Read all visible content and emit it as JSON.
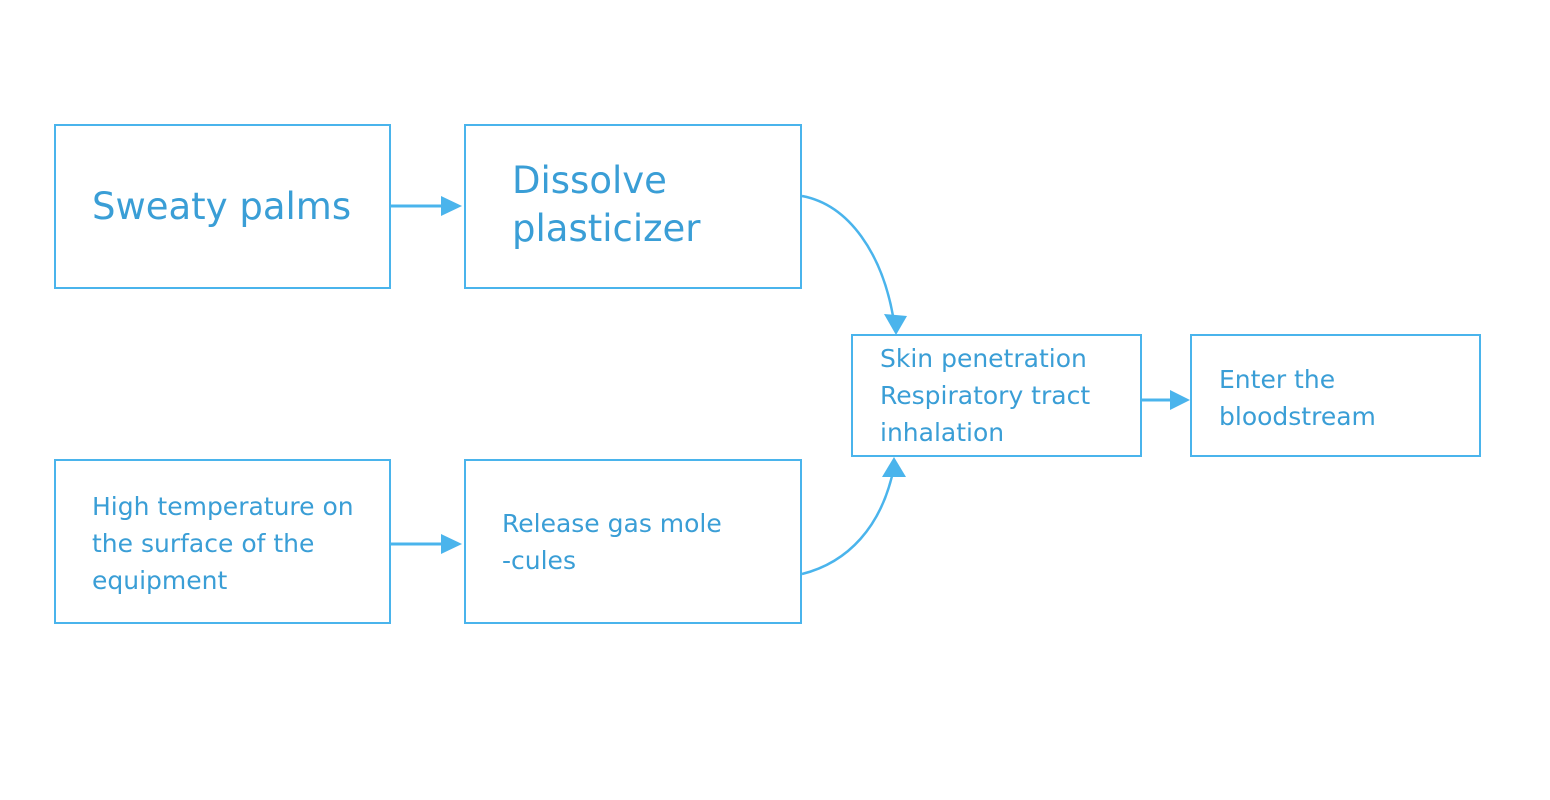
{
  "diagram": {
    "accent_color": "#4ab4ec",
    "text_color": "#3a9ed6",
    "nodes": [
      {
        "id": "sweaty-palms",
        "text": "Sweaty palms"
      },
      {
        "id": "dissolve-plasticizer",
        "text": "Dissolve\nplasticizer"
      },
      {
        "id": "high-temperature",
        "text": "High temperature on\nthe surface of the\nequipment"
      },
      {
        "id": "release-gas",
        "text": "Release gas mole\n-cules"
      },
      {
        "id": "penetration-inhalation",
        "text": "Skin penetration\nRespiratory tract\ninhalation"
      },
      {
        "id": "enter-bloodstream",
        "text": "Enter the\nbloodstream"
      }
    ],
    "edges": [
      {
        "from": "sweaty-palms",
        "to": "dissolve-plasticizer"
      },
      {
        "from": "high-temperature",
        "to": "release-gas"
      },
      {
        "from": "dissolve-plasticizer",
        "to": "penetration-inhalation"
      },
      {
        "from": "release-gas",
        "to": "penetration-inhalation"
      },
      {
        "from": "penetration-inhalation",
        "to": "enter-bloodstream"
      }
    ]
  }
}
